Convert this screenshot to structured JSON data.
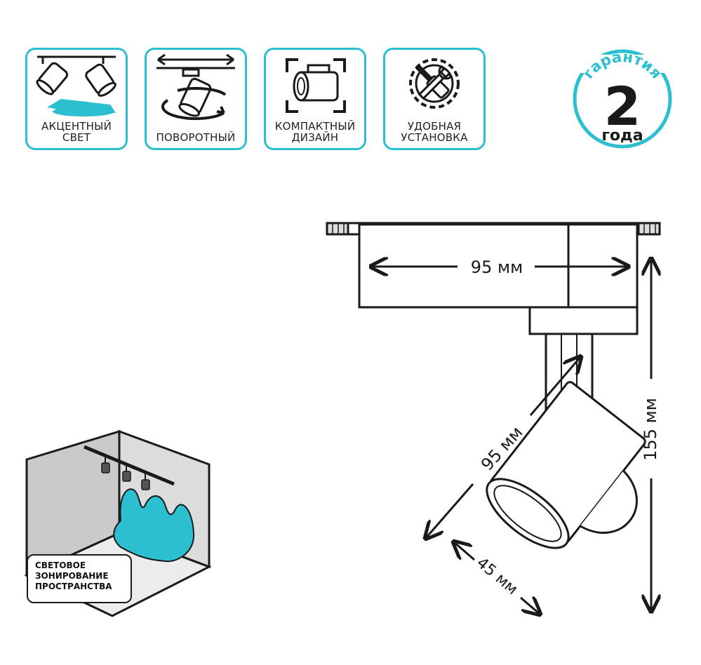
{
  "features": [
    {
      "icon": "accent-light-icon",
      "lines": [
        "АКЦЕНТНЫЙ",
        "СВЕТ"
      ]
    },
    {
      "icon": "rotate-icon",
      "lines": [
        "ПОВОРОТНЫЙ"
      ]
    },
    {
      "icon": "compact-design-icon",
      "lines": [
        "КОМПАКТНЫЙ",
        "ДИЗАЙН"
      ]
    },
    {
      "icon": "tools-gear-icon",
      "lines": [
        "УДОБНАЯ",
        "УСТАНОВКА"
      ]
    }
  ],
  "warranty": {
    "top_text": "гарантия",
    "number": "2",
    "bottom_text": "года"
  },
  "zoning": {
    "lines": [
      "СВЕТОВОЕ",
      "ЗОНИРОВАНИЕ",
      "ПРОСТРАНСТВА"
    ]
  },
  "dimensions": {
    "adapter_width": "95 мм",
    "body_length": "95 мм",
    "total_height": "155 мм",
    "lens_diameter": "45 мм"
  },
  "colors": {
    "accent": "#2bbfcf",
    "line": "#1a1a1a",
    "wall": "#c9cacb",
    "floor": "#e6e6e6"
  }
}
